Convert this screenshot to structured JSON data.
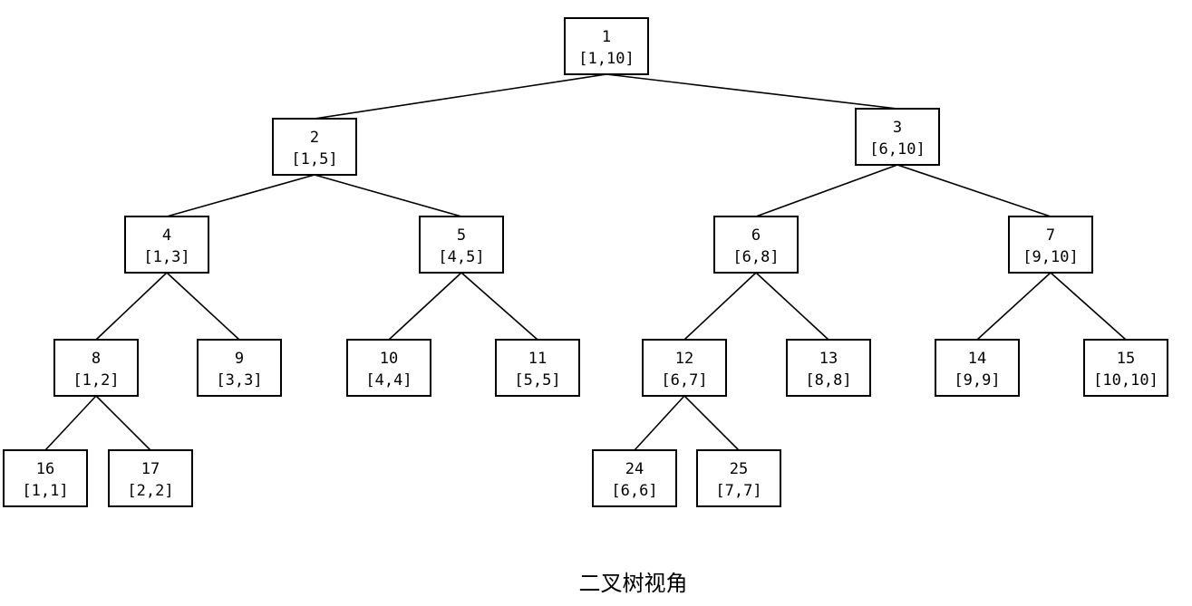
{
  "caption": "二叉树视角",
  "nodes": [
    {
      "id": "1",
      "range": "[1,10]",
      "parent": null
    },
    {
      "id": "2",
      "range": "[1,5]",
      "parent": "1"
    },
    {
      "id": "3",
      "range": "[6,10]",
      "parent": "1"
    },
    {
      "id": "4",
      "range": "[1,3]",
      "parent": "2"
    },
    {
      "id": "5",
      "range": "[4,5]",
      "parent": "2"
    },
    {
      "id": "6",
      "range": "[6,8]",
      "parent": "3"
    },
    {
      "id": "7",
      "range": "[9,10]",
      "parent": "3"
    },
    {
      "id": "8",
      "range": "[1,2]",
      "parent": "4"
    },
    {
      "id": "9",
      "range": "[3,3]",
      "parent": "4"
    },
    {
      "id": "10",
      "range": "[4,4]",
      "parent": "5"
    },
    {
      "id": "11",
      "range": "[5,5]",
      "parent": "5"
    },
    {
      "id": "12",
      "range": "[6,7]",
      "parent": "6"
    },
    {
      "id": "13",
      "range": "[8,8]",
      "parent": "6"
    },
    {
      "id": "14",
      "range": "[9,9]",
      "parent": "7"
    },
    {
      "id": "15",
      "range": "[10,10]",
      "parent": "7"
    },
    {
      "id": "16",
      "range": "[1,1]",
      "parent": "8"
    },
    {
      "id": "17",
      "range": "[2,2]",
      "parent": "8"
    },
    {
      "id": "24",
      "range": "[6,6]",
      "parent": "12"
    },
    {
      "id": "25",
      "range": "[7,7]",
      "parent": "12"
    }
  ]
}
